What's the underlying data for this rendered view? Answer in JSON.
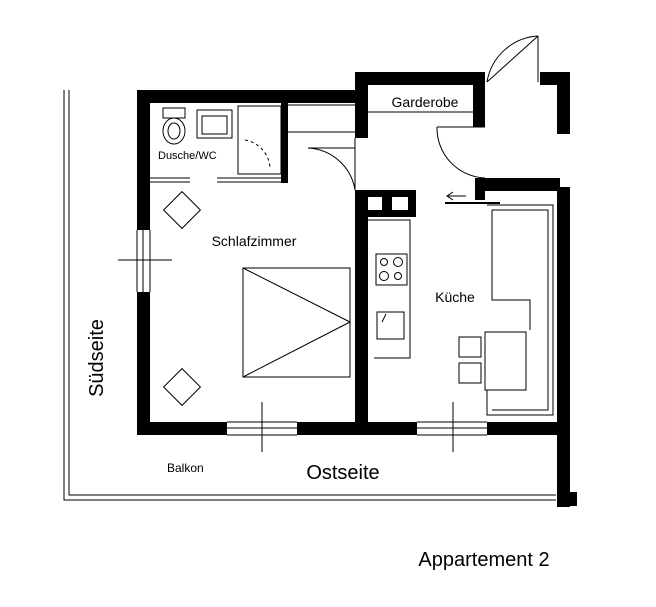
{
  "rooms": {
    "garderobe": "Garderobe",
    "dusche_wc": "Dusche/WC",
    "schlafzimmer": "Schlafzimmer",
    "kueche": "Küche",
    "balkon": "Balkon"
  },
  "orientation": {
    "sued": "Südseite",
    "ost": "Ostseite"
  },
  "title": "Appartement 2",
  "colors": {
    "wall": "#000000",
    "line": "#000000",
    "background": "#ffffff"
  },
  "icons": [
    "door-swing-icon",
    "entrance-arrow-icon",
    "toilet-icon",
    "sink-icon",
    "shower-tray-icon",
    "stove-icon",
    "kitchen-sink-icon",
    "bed-icon",
    "plant-icon",
    "chair-icon",
    "table-icon"
  ]
}
